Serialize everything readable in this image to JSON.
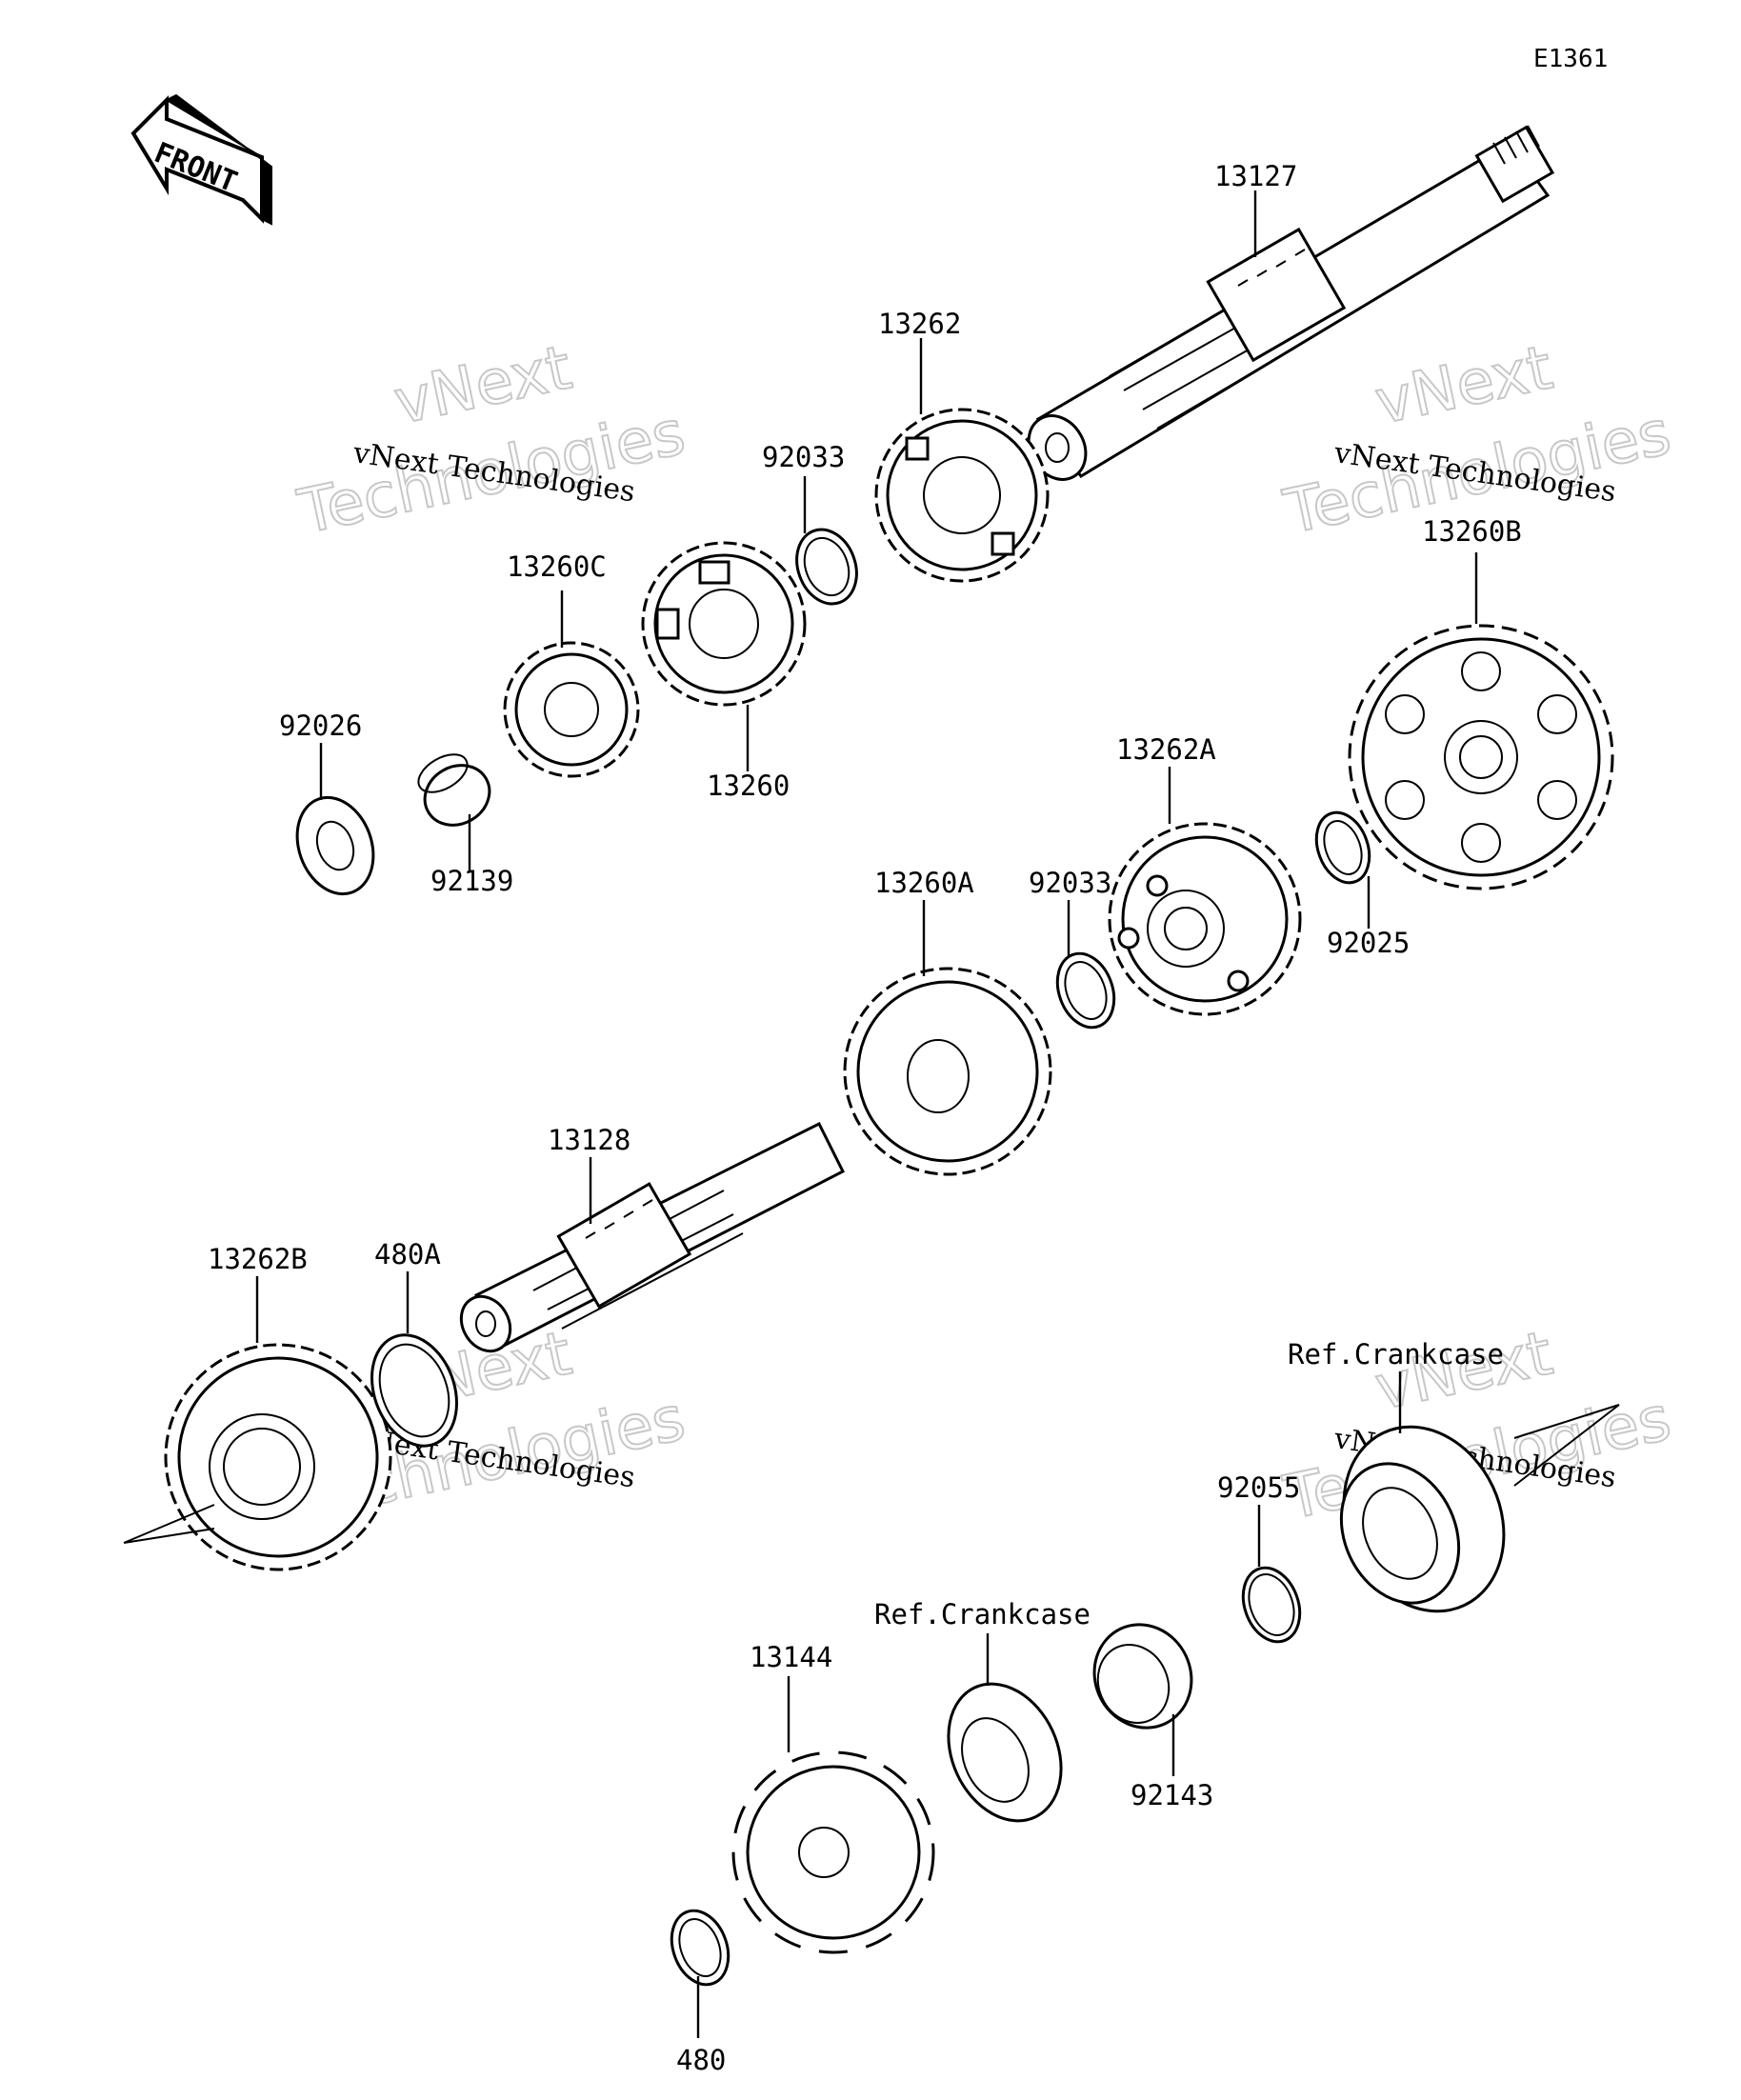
{
  "diagram_id": "E1361",
  "front_arrow": "FRONT",
  "watermark": {
    "line1": "vNext Technologies",
    "line2": "vNext",
    "line3": "Technologies"
  },
  "parts": {
    "p13127": "13127",
    "p13262": "13262",
    "p92033a": "92033",
    "p13260c": "13260C",
    "p13260": "13260",
    "p92026": "92026",
    "p92139": "92139",
    "p13260b": "13260B",
    "p13262a": "13262A",
    "p92033b": "92033",
    "p92025": "92025",
    "p13260a": "13260A",
    "p13128": "13128",
    "p13262b": "13262B",
    "p480a": "480A",
    "ref1": "Ref.Crankcase",
    "p92055": "92055",
    "ref2": "Ref.Crankcase",
    "p13144": "13144",
    "p92143": "92143",
    "p480": "480"
  }
}
